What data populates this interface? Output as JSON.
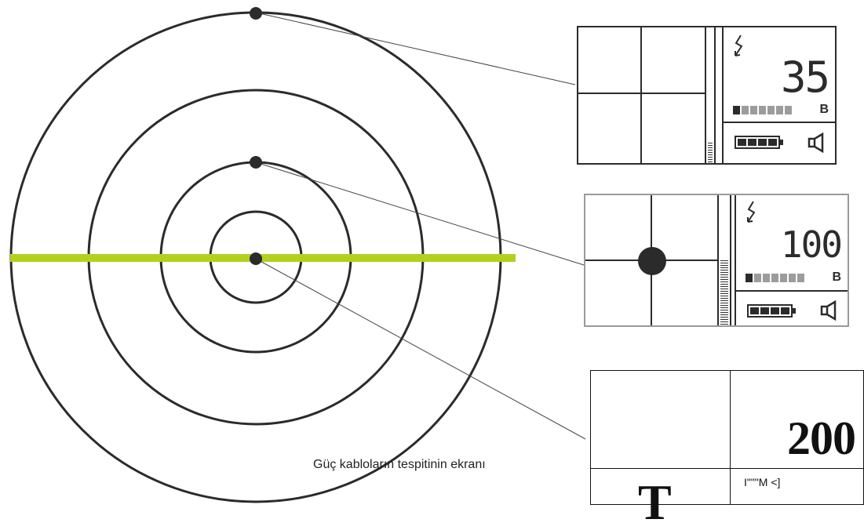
{
  "caption": "Güç kabloların tespitinin ekranı",
  "colors": {
    "ink": "#2b2b2b",
    "cable": "#b5cf1f",
    "segment_off": "#9c9c9c"
  },
  "panels": [
    {
      "reading": "35",
      "unit": "B",
      "segments_total": 7,
      "segments_lit": 1,
      "battery_cells": 4,
      "signal_meter_fraction": 0.15,
      "target_dot_visible": false,
      "bolt_icon": "lightning-icon",
      "speaker_icon": "speaker-icon"
    },
    {
      "reading": "100",
      "unit": "B",
      "segments_total": 7,
      "segments_lit": 1,
      "battery_cells": 4,
      "signal_meter_fraction": 0.5,
      "target_dot_visible": true,
      "bolt_icon": "lightning-icon",
      "speaker_icon": "speaker-icon"
    },
    {
      "reading": "200",
      "symbol": "T",
      "status_text": "I\"\"\"M <]"
    }
  ]
}
